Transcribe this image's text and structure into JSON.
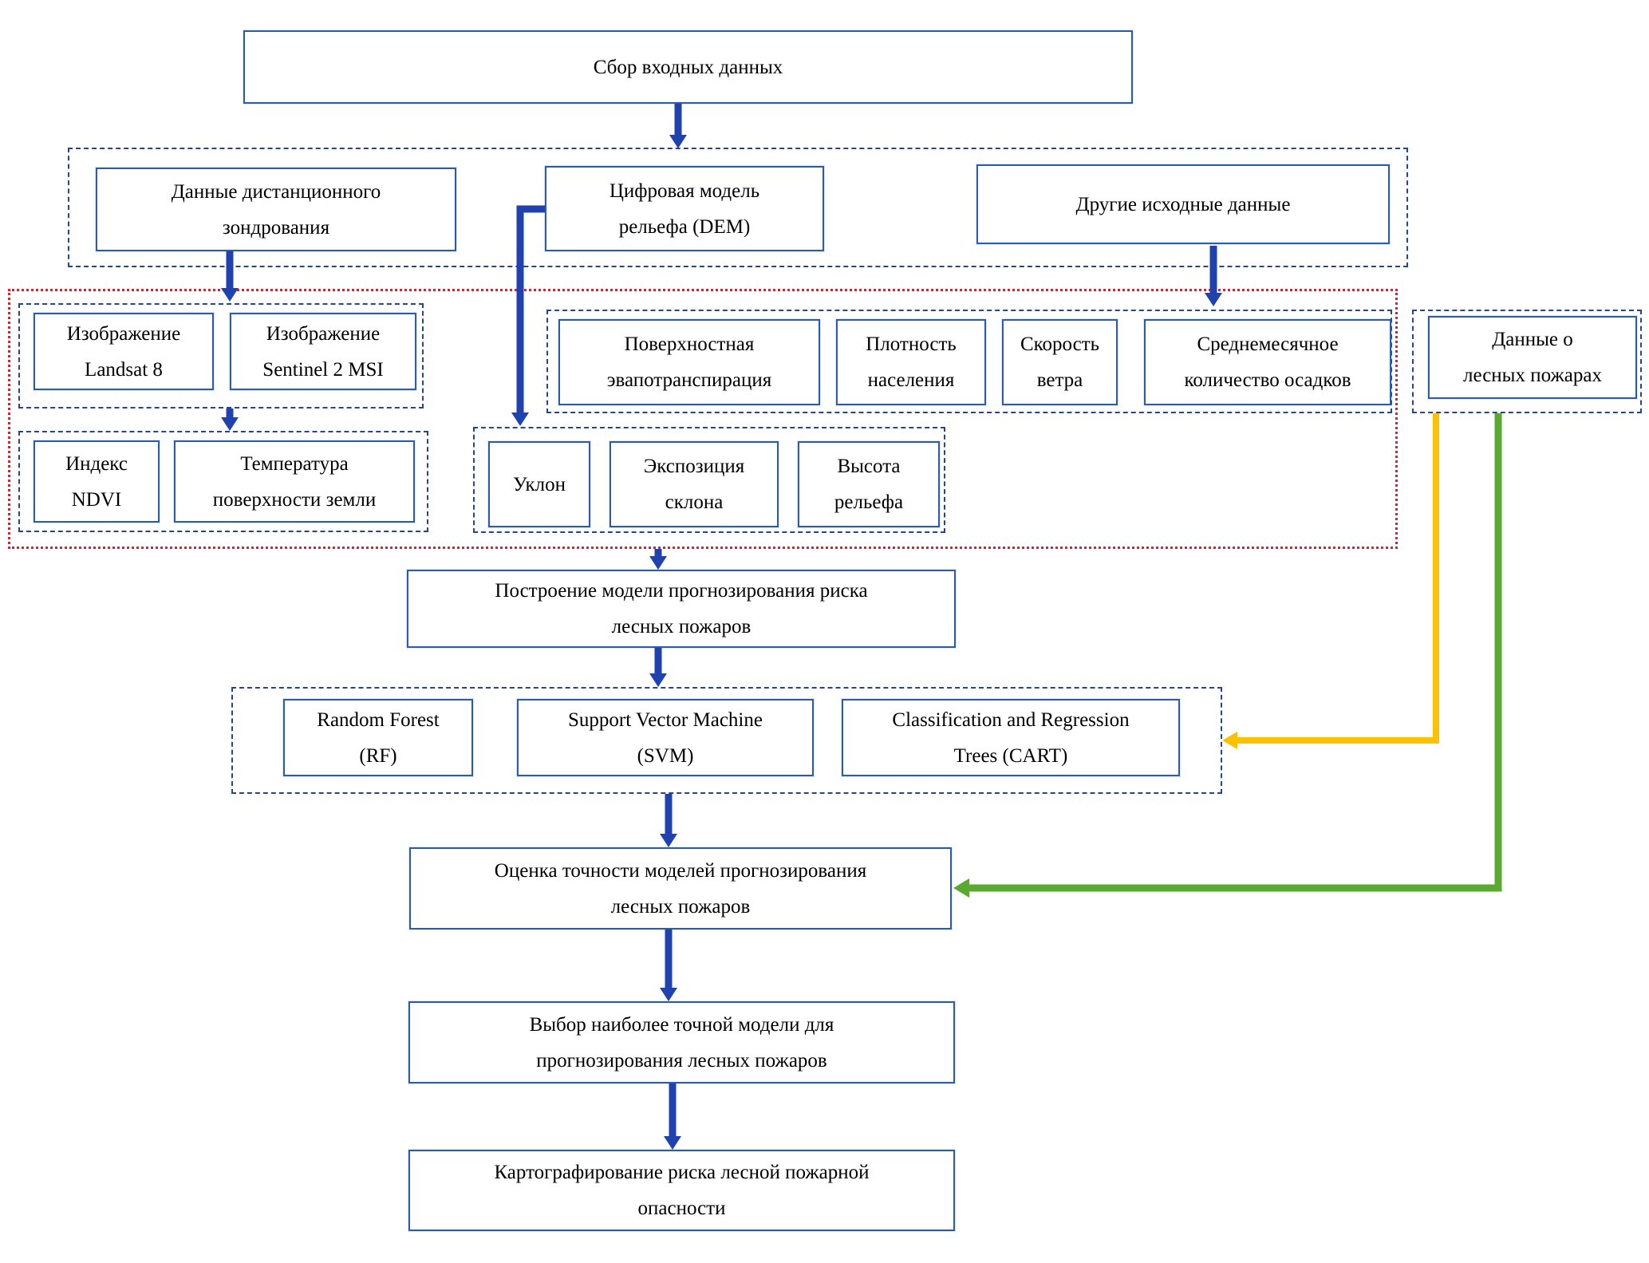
{
  "flowchart": {
    "description": "Forest fire risk modelling workflow diagram (Russian)",
    "nodes": {
      "input_collection": "Сбор входных данных",
      "remote_sensing": [
        "Данные дистанционного",
        "зондрования"
      ],
      "dem": [
        "Цифровая модель",
        "рельефа (DEM)"
      ],
      "other_data": "Другие исходные данные",
      "landsat": [
        "Изображение",
        "Landsat 8"
      ],
      "sentinel": [
        "Изображение",
        "Sentinel 2 MSI"
      ],
      "ndvi": [
        "Индекс",
        "NDVI"
      ],
      "land_surface_temperature": [
        "Температура",
        "поверхности земли"
      ],
      "evapotranspiration": [
        "Поверхностная",
        "эвапотранспирация"
      ],
      "population_density": [
        "Плотность",
        "населения"
      ],
      "wind_speed": [
        "Скорость",
        "ветра"
      ],
      "precipitation": [
        "Среднемесячное",
        "количество осадков"
      ],
      "fire_data": [
        "Данные о",
        "лесных пожарах"
      ],
      "slope": "Уклон",
      "aspect": [
        "Экспозиция",
        "склона"
      ],
      "elevation": [
        "Высота",
        "рельефа"
      ],
      "model_building": [
        "Построение модели прогнозирования риска",
        "лесных пожаров"
      ],
      "random_forest": [
        "Random Forest",
        "(RF)"
      ],
      "svm": [
        "Support Vector Machine",
        "(SVM)"
      ],
      "cart": [
        "Classification and Regression",
        "Trees (CART)"
      ],
      "accuracy_assessment": [
        "Оценка точности моделей прогнозирования",
        "лесных пожаров"
      ],
      "model_selection": [
        "Выбор наиболее точной модели для",
        "прогнозирования лесных пожаров"
      ],
      "risk_mapping": [
        "Картографирование риска лесной пожарной",
        "опасности"
      ]
    },
    "colors": {
      "box_border_blue": "#2a5caa",
      "group_dashed_blue": "#26458c",
      "factors_dotted_red": "#e8192c",
      "arrow_blue": "#1f42ae",
      "arrow_yellow": "#ffc000",
      "arrow_green": "#5aaa32"
    }
  }
}
